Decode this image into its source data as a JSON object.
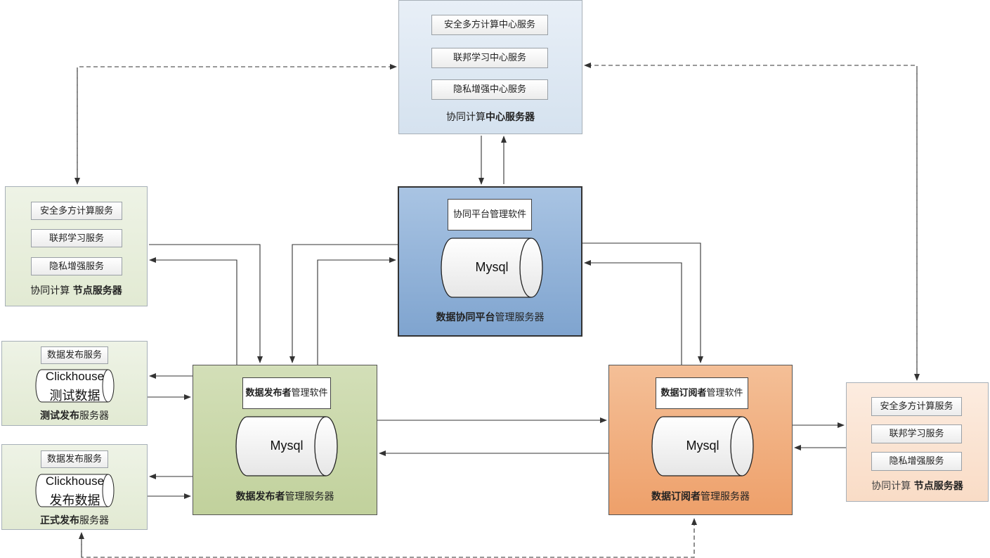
{
  "center_server": {
    "services": [
      "安全多方计算中心服务",
      "联邦学习中心服务",
      "隐私增强中心服务"
    ],
    "title_normal": "协同计算",
    "title_bold": "中心服务器"
  },
  "left_node_server": {
    "services": [
      "安全多方计算服务",
      "联邦学习服务",
      "隐私增强服务"
    ],
    "title_normal": "协同计算 ",
    "title_bold": "节点服务器"
  },
  "right_node_server": {
    "services": [
      "安全多方计算服务",
      "联邦学习服务",
      "隐私增强服务"
    ],
    "title_normal": "协同计算 ",
    "title_bold": "节点服务器"
  },
  "platform_server": {
    "software": "协同平台管理软件",
    "db": "Mysql",
    "title_bold": "数据协同平台",
    "title_normal": "管理服务器"
  },
  "test_publish_server": {
    "service": "数据发布服务",
    "db_line1": "Clickhouse",
    "db_line2": "测试数据",
    "title_bold": "测试发布",
    "title_normal": "服务器"
  },
  "prod_publish_server": {
    "service": "数据发布服务",
    "db_line1": "Clickhouse",
    "db_line2": "发布数据",
    "title_bold": "正式发布",
    "title_normal": "服务器"
  },
  "publisher_server": {
    "software_bold": "数据发布者",
    "software_normal": "管理软件",
    "db": "Mysql",
    "title_bold": "数据发布者",
    "title_normal": "管理服务器"
  },
  "subscriber_server": {
    "software_bold": "数据订阅者",
    "software_normal": "管理软件",
    "db": "Mysql",
    "title_bold": "数据订阅者",
    "title_normal": "管理服务器"
  },
  "colors": {
    "center_fill": "#dbe6f1",
    "node_green_fill": "#e9efde",
    "platform_fill": "#8fb0d6",
    "publisher_fill": "#cad8aa",
    "subscriber_fill": "#f0aa75",
    "right_node_fill": "#fbe5d6"
  }
}
